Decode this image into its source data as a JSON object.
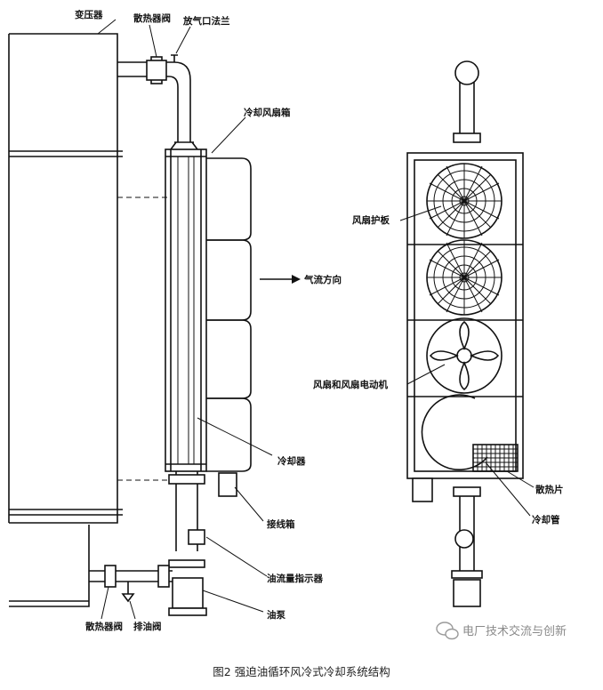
{
  "labels": {
    "transformer": "变压器",
    "radiator_valve_top": "散热器阀",
    "vent_flange": "放气口法兰",
    "fan_box": "冷却风扇箱",
    "airflow": "气流方向",
    "fan_guard": "风扇护板",
    "fan_motor": "风扇和风扇电动机",
    "cooler": "冷却器",
    "junction_box": "接线箱",
    "oil_flow_indicator": "油流量指示器",
    "oil_pump": "油泵",
    "radiator_valve_bottom": "散热器阀",
    "drain_valve": "排油阀",
    "fins": "散热片",
    "cooling_tube": "冷却管"
  },
  "caption": "图2  强迫油循环风冷式冷却系统结构",
  "watermark": "电厂技术交流与创新",
  "icons": {
    "watermark_logo": "wechat-logo-icon"
  }
}
